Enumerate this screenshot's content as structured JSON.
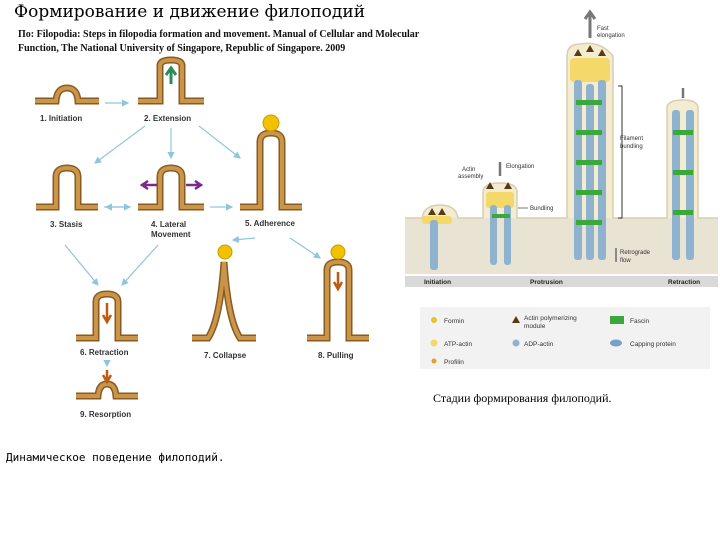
{
  "slide": {
    "title": "Формирование и движение филоподий",
    "source": "По: Filopodia: Steps in filopodia formation and movement. Manual of Cellular and Molecular Function, The National University of Singapore, Republic of Singapore. 2009",
    "caption_left": "Динамическое поведение филоподий.",
    "caption_right": "Стадии формирования филоподий."
  },
  "left_diagram": {
    "steps": [
      {
        "label": "1. Initiation"
      },
      {
        "label": "2. Extension"
      },
      {
        "label": "3. Stasis"
      },
      {
        "label": "4. Lateral"
      },
      {
        "label": "Movement"
      },
      {
        "label": "5. Adherence"
      },
      {
        "label": "6. Retraction"
      },
      {
        "label": "7. Collapse"
      },
      {
        "label": "8. Pulling"
      },
      {
        "label": "9. Resorption"
      }
    ]
  },
  "right_diagram": {
    "labels": {
      "fast_elongation_1": "Fast",
      "fast_elongation_2": "elongation",
      "filament_bundling_1": "Filament",
      "filament_bundling_2": "bundling",
      "actin_assembly_1": "Actin",
      "actin_assembly_2": "assembly",
      "elongation": "Elongation",
      "bundling": "Bundling",
      "retrograde_1": "Retrograde",
      "retrograde_2": "flow"
    },
    "phases": [
      "Initiation",
      "Protrusion",
      "Retraction"
    ],
    "legend": [
      {
        "label": "Formin",
        "icon": "formin-icon"
      },
      {
        "label": "Actin polymerizing",
        "label2": "module",
        "icon": "triangle-icon"
      },
      {
        "label": "Fascin",
        "icon": "fascin-icon"
      },
      {
        "label": "ATP-actin",
        "icon": "atp-actin-icon"
      },
      {
        "label": "ADP-actin",
        "icon": "adp-actin-icon"
      },
      {
        "label": "Capping protein",
        "icon": "capping-icon"
      },
      {
        "label": "Profilin",
        "icon": "profilin-icon"
      }
    ]
  },
  "colors": {
    "membrane": "#c8954a",
    "membrane_edge": "#8a5a1e",
    "ball": "#f2c200",
    "arrow_light": "#8ec6de",
    "green": "#2e8b57",
    "purple": "#7a2a8a",
    "down_arrow": "#c05a10",
    "panel_bg": "#e9e3d4"
  }
}
